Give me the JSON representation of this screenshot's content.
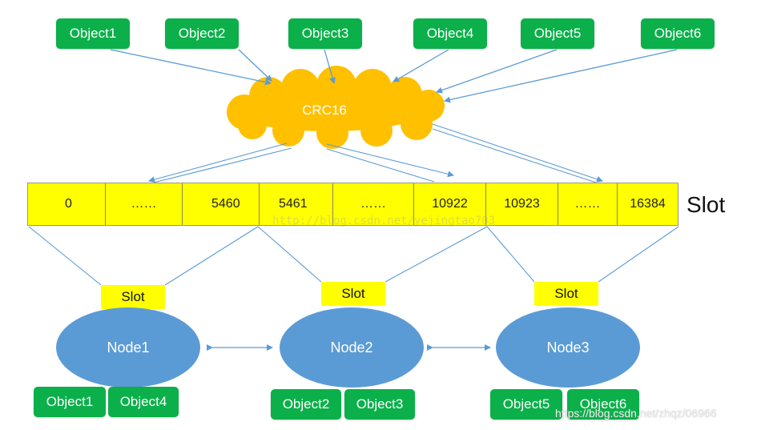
{
  "top_objects": [
    "Object1",
    "Object2",
    "Object3",
    "Object4",
    "Object5",
    "Object6"
  ],
  "hash": {
    "label": "CRC16"
  },
  "slot_cells": [
    "0",
    "……",
    "5460",
    "5461",
    "……",
    "10922",
    "10923",
    "……",
    "16384"
  ],
  "slot_title": "Slot",
  "nodes": [
    {
      "name": "Node1",
      "slot_label": "Slot",
      "objects": [
        "Object1",
        "Object4"
      ]
    },
    {
      "name": "Node2",
      "slot_label": "Slot",
      "objects": [
        "Object2",
        "Object3"
      ]
    },
    {
      "name": "Node3",
      "slot_label": "Slot",
      "objects": [
        "Object5",
        "Object6"
      ]
    }
  ],
  "watermark": "http://blog.csdn.net/yejingtao703",
  "credit": "https://blog.csdn.net/zhqz/06966",
  "colors": {
    "object_green": "#0bb04a",
    "hash_cloud": "#ffc000",
    "slot_yellow": "#ffff00",
    "node_blue": "#5b9bd5",
    "arrow_blue": "#5b9bd5"
  }
}
